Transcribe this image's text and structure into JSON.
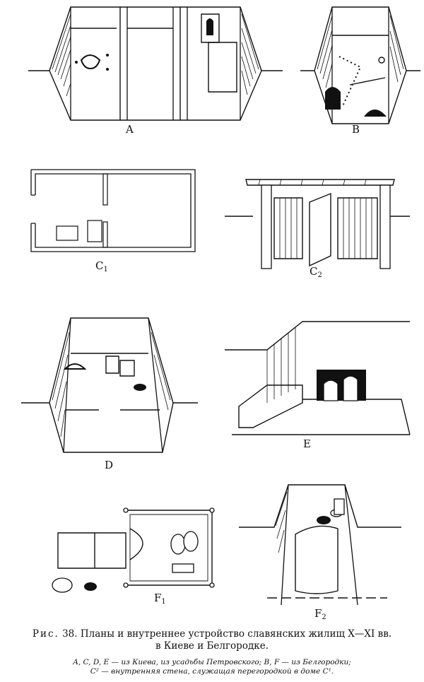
{
  "figure_labels": {
    "A": "A",
    "B": "B",
    "C1_main": "C",
    "C1_sub": "1",
    "C2_main": "C",
    "C2_sub": "2",
    "D": "D",
    "E": "E",
    "F1_main": "F",
    "F1_sub": "1",
    "F2_main": "F",
    "F2_sub": "2"
  },
  "caption": {
    "prefix": "Рис.",
    "title_line1": " 38. Планы и внутреннее устройство славянских жилищ X—XI вв.",
    "title_line2": "в Киеве и Белгородке.",
    "note_line1": "A, C, D, E — из Киева, из усадьбы Петровского; B, F — из Белгородки;",
    "note_line2": "C² — внутренняя стена, служащая перегородкой в доме C¹."
  }
}
